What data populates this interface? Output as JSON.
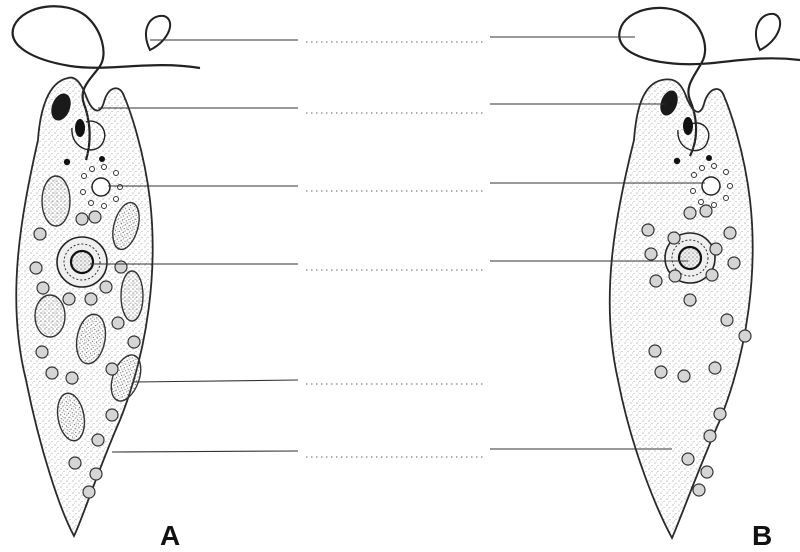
{
  "figure": {
    "panels": [
      {
        "id": "A",
        "label": "A",
        "chloroplasts_shown": true
      },
      {
        "id": "B",
        "label": "B",
        "chloroplasts_shown": false
      }
    ],
    "answer_blanks": [
      {
        "text": ""
      },
      {
        "text": ""
      },
      {
        "text": ""
      },
      {
        "text": ""
      },
      {
        "text": ""
      },
      {
        "text": ""
      }
    ]
  },
  "colors": {
    "outline": "#2a2a2a",
    "stipple": "#777777",
    "cell_fill": "#f4f4f4",
    "organelle_fill": "#cfcfcf",
    "dark": "#111111",
    "leader": "#333333",
    "blank_dots": "#666666",
    "background": "#ffffff"
  }
}
